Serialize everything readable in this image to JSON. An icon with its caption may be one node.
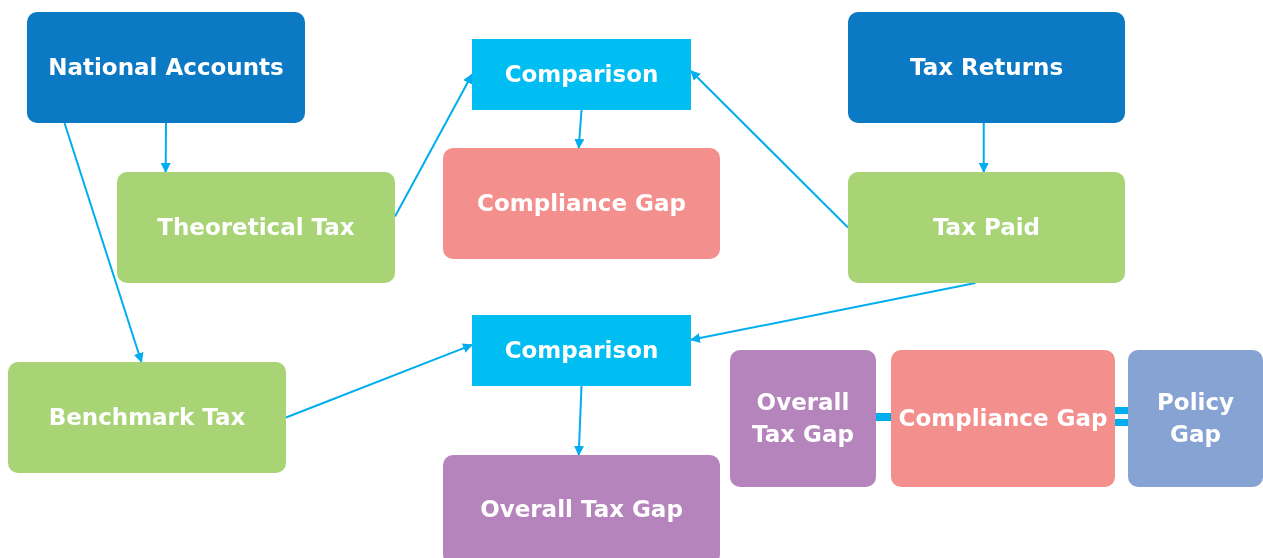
{
  "diagram": {
    "nodes": [
      {
        "text": [
          "National Accounts"
        ]
      },
      {
        "text": [
          "Theoretical Tax"
        ]
      },
      {
        "text": [
          "Benchmark Tax"
        ]
      },
      {
        "text": [
          "Comparison"
        ]
      },
      {
        "text": [
          "Compliance Gap"
        ]
      },
      {
        "text": [
          "Tax Returns"
        ]
      },
      {
        "text": [
          "Tax Paid"
        ]
      },
      {
        "text": [
          "Comparison"
        ]
      },
      {
        "text": [
          "Overall Tax Gap"
        ]
      },
      {
        "text": [
          "Overall Tax Gap"
        ]
      },
      {
        "text": [
          "Compliance Gap"
        ]
      },
      {
        "text": [
          "Policy Gap"
        ]
      }
    ],
    "edges": [
      {
        "from": 0,
        "to": 1,
        "arrow": "to"
      },
      {
        "from": 0,
        "to": 2,
        "arrow": "to"
      },
      {
        "from": 1,
        "to": 3,
        "arrow": "to"
      },
      {
        "from": 6,
        "to": 3,
        "arrow": "to"
      },
      {
        "from": 3,
        "to": 4,
        "arrow": "to"
      },
      {
        "from": 5,
        "to": 6,
        "arrow": "to"
      },
      {
        "from": 6,
        "to": 7,
        "arrow": "to"
      },
      {
        "from": 2,
        "to": 7,
        "arrow": "to"
      },
      {
        "from": 7,
        "to": 8,
        "arrow": "to"
      }
    ]
  }
}
